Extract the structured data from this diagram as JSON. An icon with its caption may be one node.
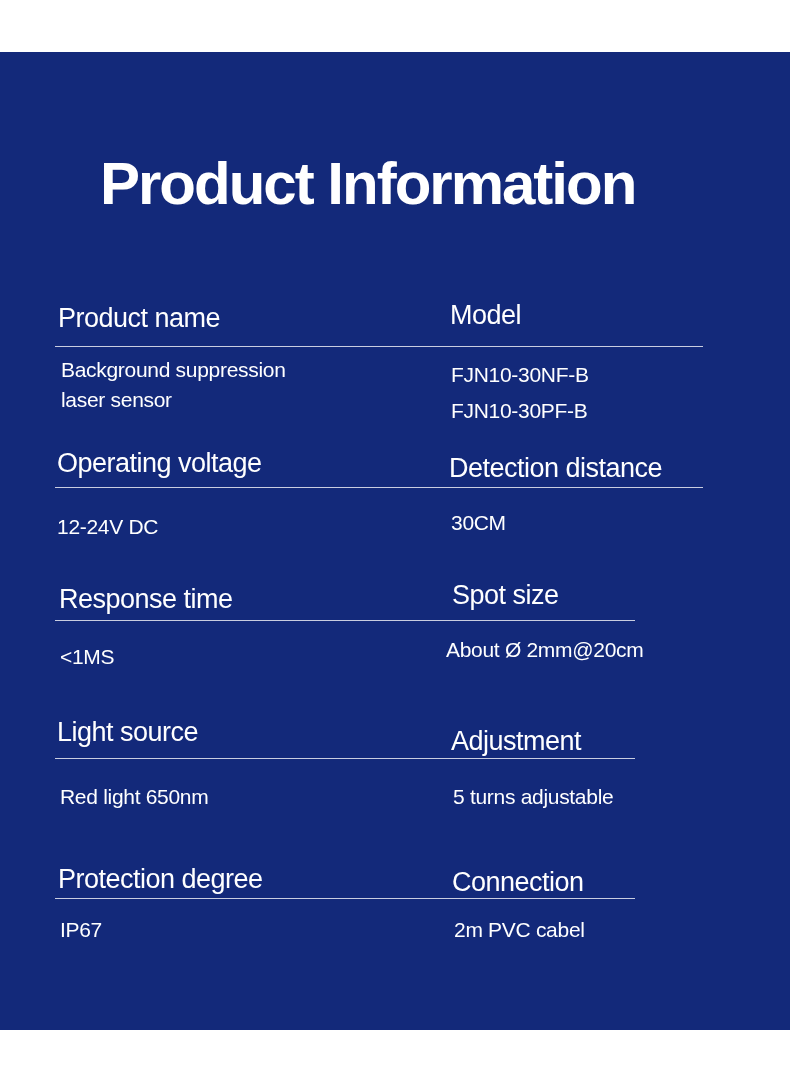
{
  "diagram": {
    "title": "Product Information",
    "labels": [
      "Product name",
      "Model",
      "Background suppression laser sensor",
      "FJN10-30NF-B",
      "FJN10-30PF-B",
      "Operating voltage",
      "Detection distance",
      "12-24V DC",
      "30CM",
      "Response time",
      "Spot size",
      "<1MS",
      "About Ø 2mm@20cm",
      "Light source",
      "Adjustment",
      "Red light 650nm",
      "5 turns adjustable",
      "Protection degree",
      "Connection",
      "IP67",
      "2m PVC cabel"
    ]
  }
}
